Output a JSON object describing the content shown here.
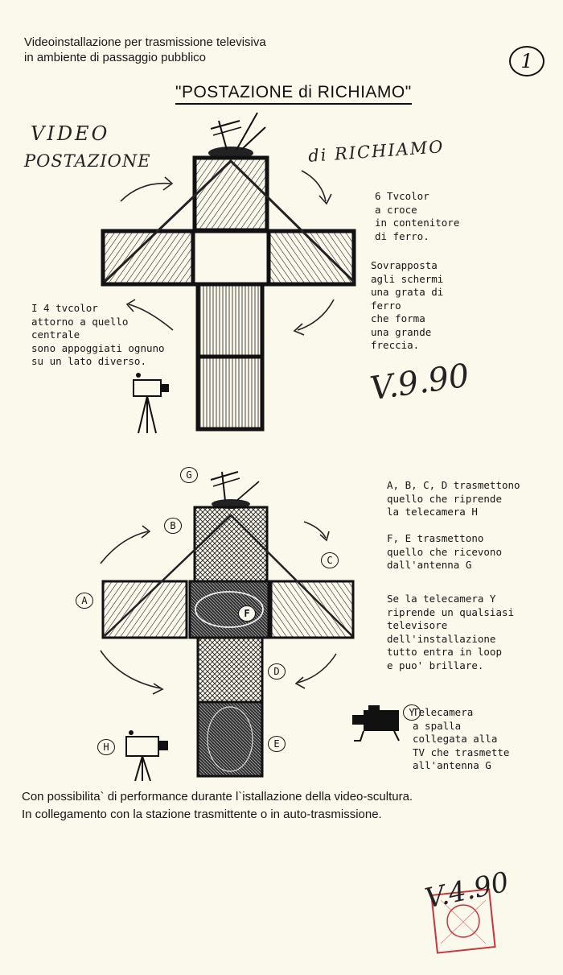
{
  "header": {
    "line1": "Videoinstallazione per trasmissione televisiva",
    "line2": "in ambiente di passaggio pubblico",
    "page_number": "1"
  },
  "title": "\"POSTAZIONE di RICHIAMO\"",
  "sketch1": {
    "hand_label_left_1": "VIDEO",
    "hand_label_left_2": "POSTAZIONE",
    "hand_label_right": "di RICHIAMO",
    "note_right": "6 Tvcolor\na croce\nin contenitore\ndi ferro.",
    "note_right_2": "Sovrapposta\nagli schermi\nuna grata di\nferro\nche forma\nuna grande\nfreccia.",
    "note_left": "I 4 tvcolor\nattorno a quello\ncentrale\nsono appoggiati ognuno\nsu un lato diverso.",
    "signature": "V.9.90"
  },
  "sketch2": {
    "labels": {
      "A": "A",
      "B": "B",
      "C": "C",
      "D": "D",
      "E": "E",
      "F": "F",
      "G": "G",
      "H": "H",
      "Y": "Y"
    },
    "note_1": "A, B, C, D trasmettono\nquello che riprende\nla telecamera H",
    "note_2": "F, E trasmettono\nquello che ricevono\ndall'antenna G",
    "note_3": "Se la telecamera Y\nriprende un qualsiasi\ntelevisore\ndell'installazione\ntutto entra in loop\ne puo' brillare.",
    "note_y": "Telecamera\na spalla\ncollegata alla\nTV che trasmette\nall'antenna G"
  },
  "footer": {
    "line1": "Con possibilita` di performance durante l`istallazione della video-scultura.",
    "line2": "In collegamento con la stazione trasmittente o in auto-trasmissione."
  },
  "stamp": {
    "signature": "V.4.90"
  },
  "colors": {
    "ink": "#111111",
    "paper": "#fbf8ec",
    "stamp": "#c8343a"
  }
}
